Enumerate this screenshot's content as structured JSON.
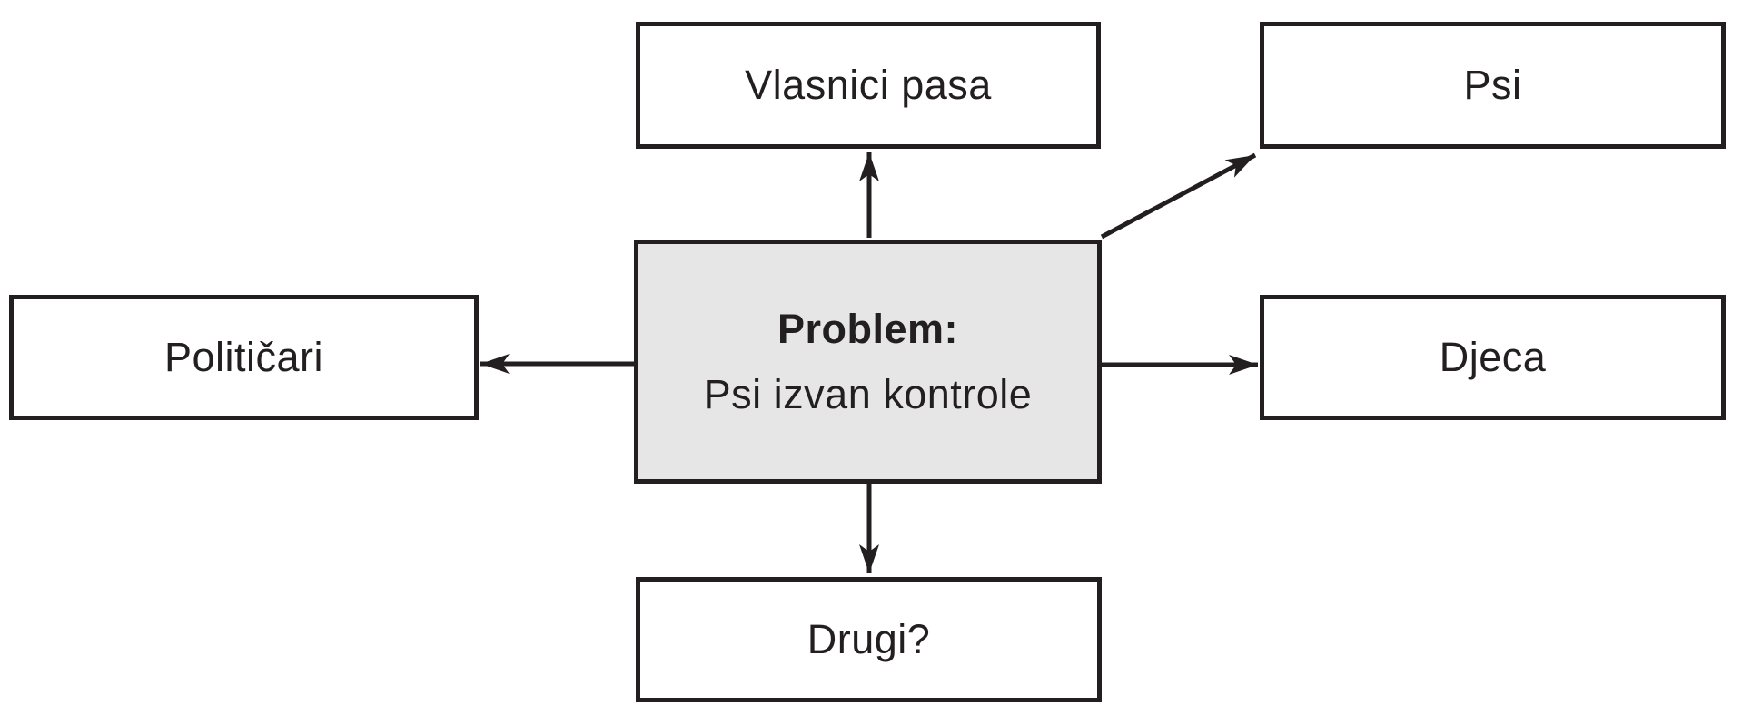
{
  "diagram": {
    "type": "problem-map",
    "center": {
      "title": "Problem:",
      "subtitle": "Psi izvan kontrole"
    },
    "nodes": {
      "vlasnici": {
        "label": "Vlasnici pasa",
        "position": "top"
      },
      "psi": {
        "label": "Psi",
        "position": "top-right"
      },
      "politicari": {
        "label": "Političari",
        "position": "left"
      },
      "djeca": {
        "label": "Djeca",
        "position": "right"
      },
      "drugi": {
        "label": "Drugi?",
        "position": "bottom"
      }
    },
    "edges": [
      {
        "from": "problem",
        "to": "vlasnici"
      },
      {
        "from": "problem",
        "to": "psi"
      },
      {
        "from": "problem",
        "to": "politicari"
      },
      {
        "from": "problem",
        "to": "djeca"
      },
      {
        "from": "problem",
        "to": "drugi"
      }
    ],
    "colors": {
      "background": "#ffffff",
      "box_border": "#231f20",
      "box_fill": "#ffffff",
      "center_fill": "#e6e6e6",
      "arrow": "#231f20",
      "text": "#231f20"
    }
  }
}
